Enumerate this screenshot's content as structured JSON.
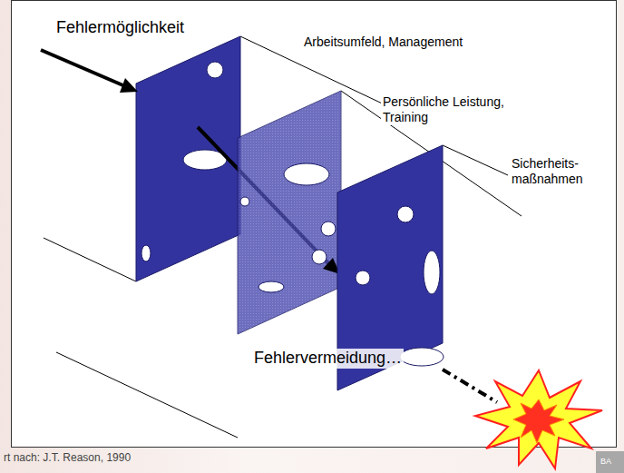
{
  "diagram": {
    "labels": [
      "Fehlermöglichkeit",
      "Arbeitsumfeld, Management",
      "Persönliche Leistung, Training",
      "Sicherheits- maßnahmen",
      "Fehlervermeidung…",
      "rt nach: J.T. Reason, 1990",
      "BA"
    ]
  }
}
